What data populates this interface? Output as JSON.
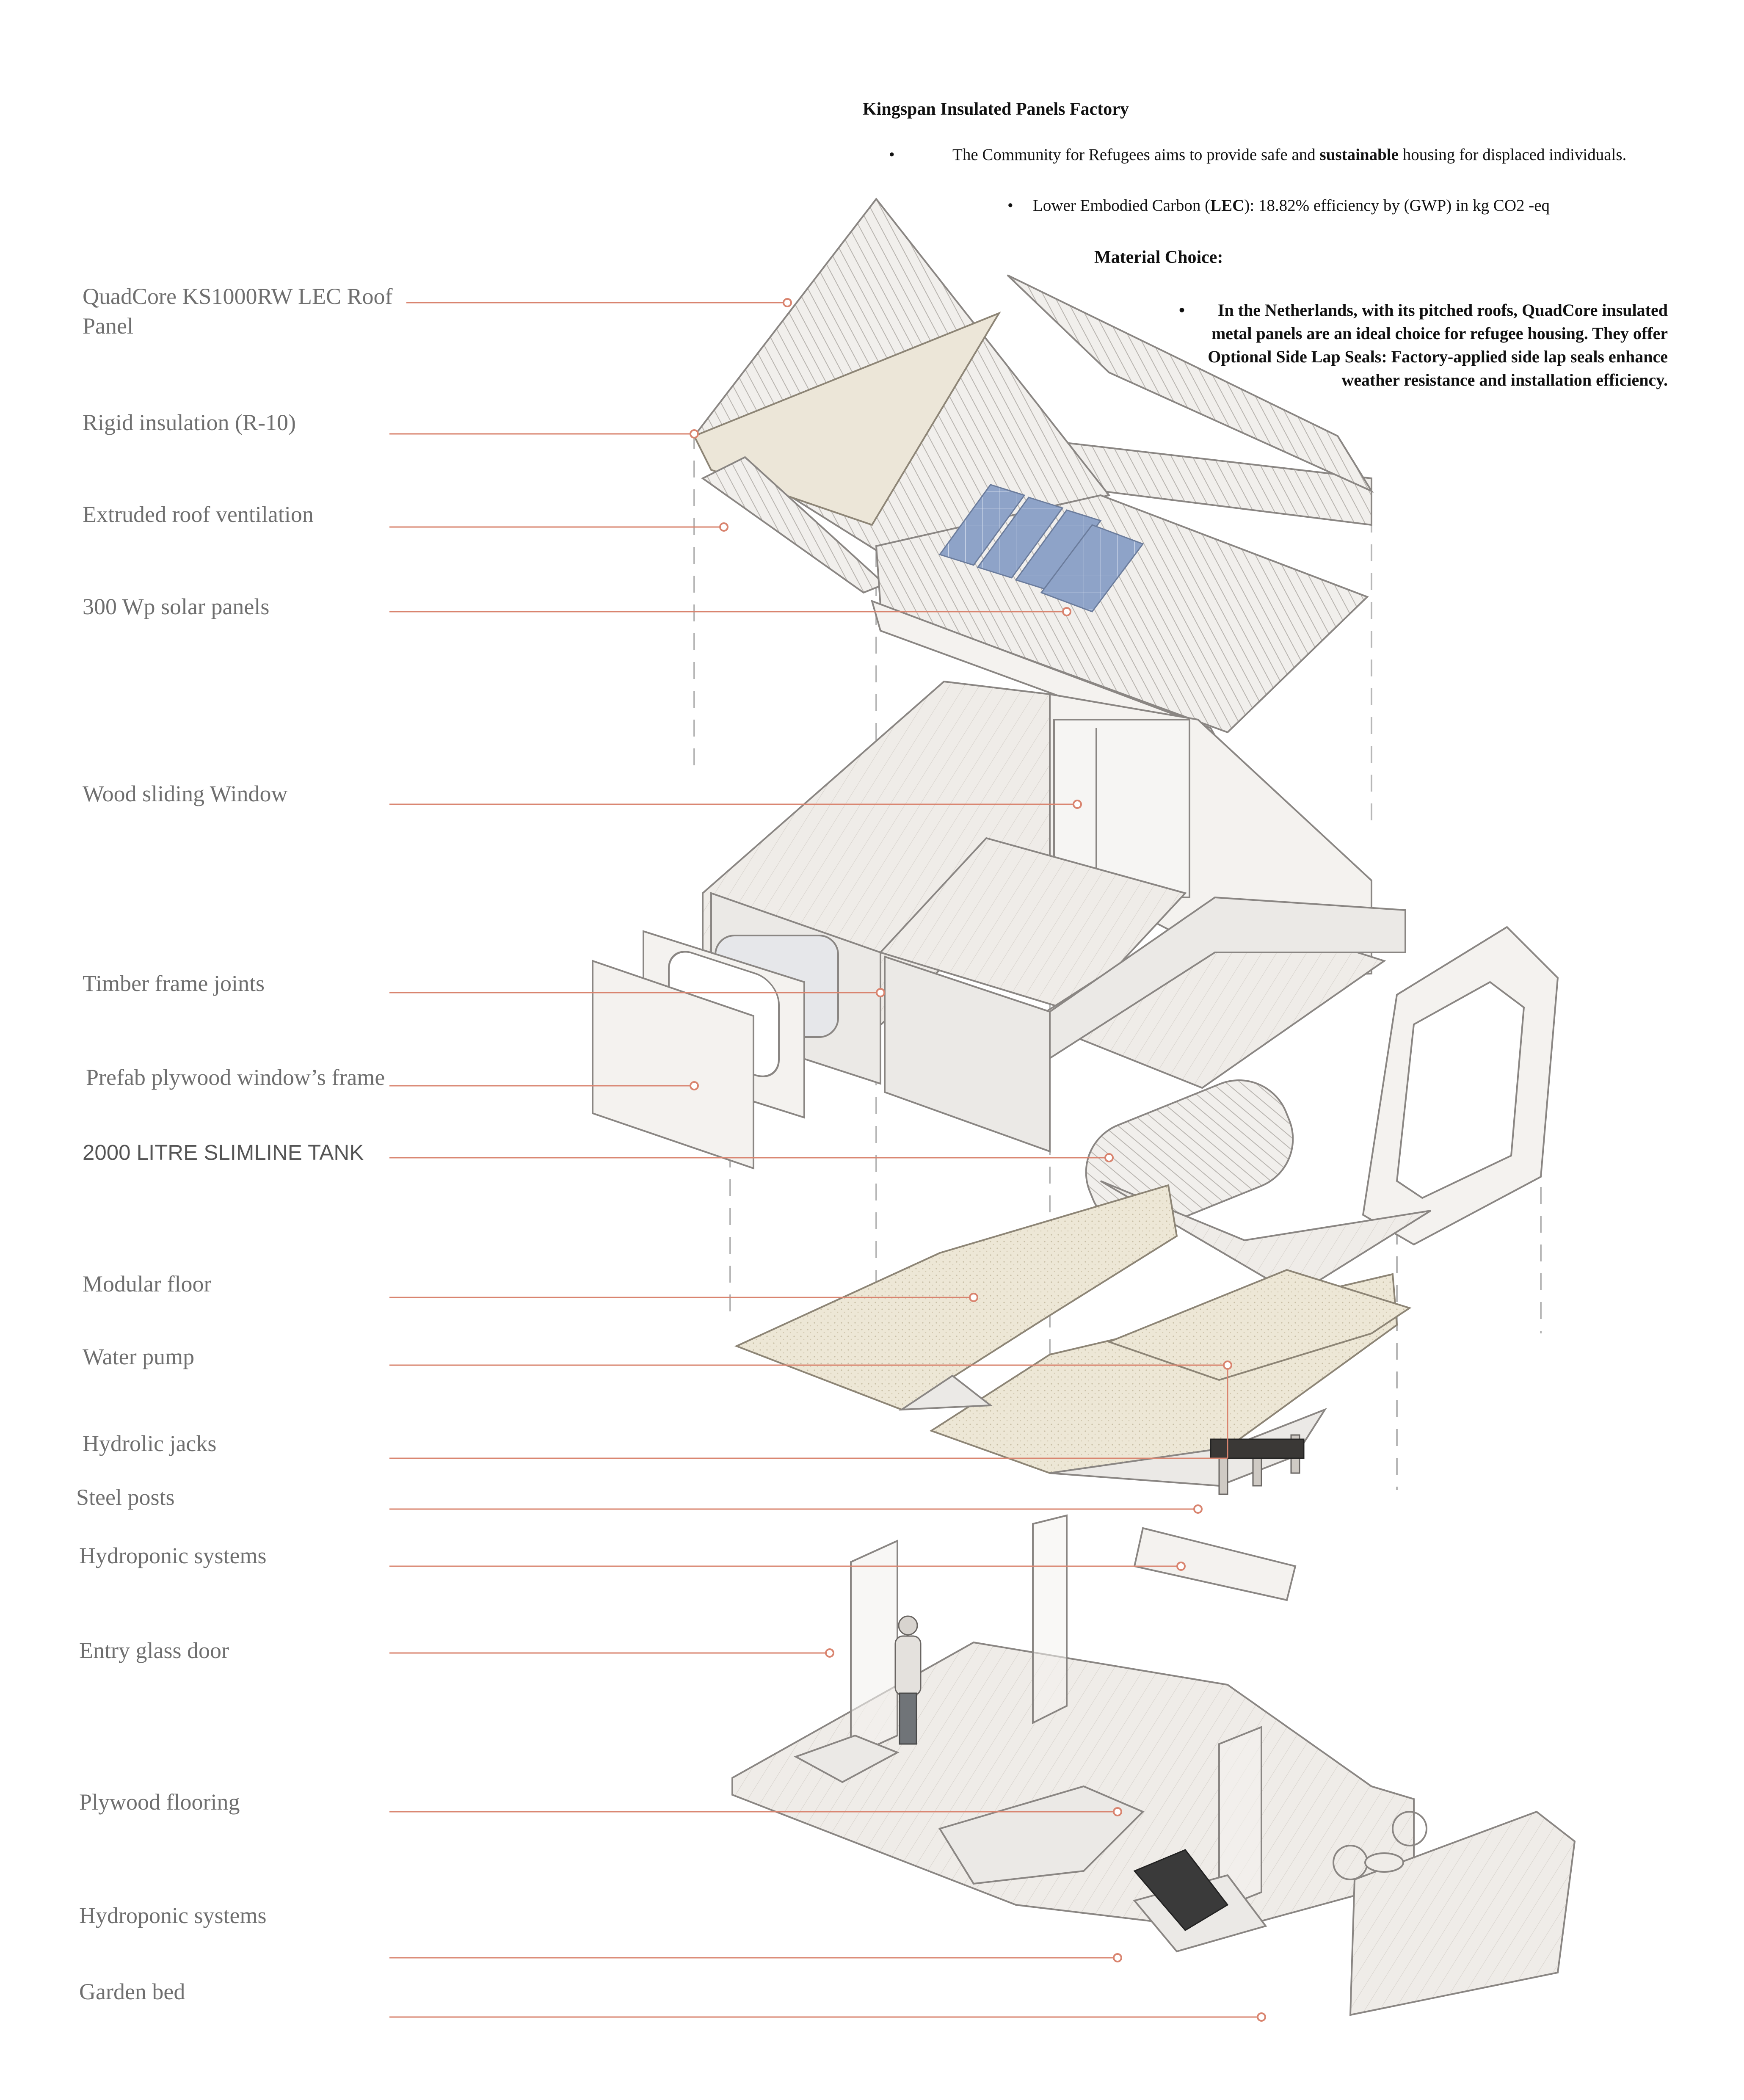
{
  "notes": {
    "title": "Kingspan Insulated Panels Factory",
    "bullet_1_pre": "The Community for Refugees aims to provide safe and ",
    "bullet_1_bold": "sustainable",
    "bullet_1_post": " housing for displaced individuals.",
    "bullet_2_pre": "Lower Embodied Carbon (",
    "bullet_2_bold": "LEC",
    "bullet_2_post": "):  18.82% efficiency by (GWP) in kg CO2 -eq",
    "material_title": "Material Choice:",
    "material_body": "In the Netherlands, with its pitched roofs, QuadCore insulated metal panels are an ideal choice for refugee housing. They offer Optional Side Lap Seals: Factory-applied side lap seals enhance weather resistance and installation efficiency."
  },
  "labels": [
    "QuadCore KS1000RW LEC Roof Panel",
    "Rigid insulation (R-10)",
    "Extruded roof ventilation",
    "300 Wp solar panels",
    "Wood sliding Window",
    "Timber frame joints",
    "Prefab plywood window’s frame",
    "2000 LITRE SLIMLINE TANK",
    "Modular floor",
    "Water pump",
    "Hydrolic jacks",
    "Steel posts",
    "Hydroponic systems",
    "Entry glass door",
    "Plywood flooring",
    "Hydroponic systems",
    "Garden bed"
  ],
  "colors": {
    "leader_line": "#d9846f",
    "label_text": "#6f6f6f",
    "solar_panel": "#8ea3c8"
  }
}
